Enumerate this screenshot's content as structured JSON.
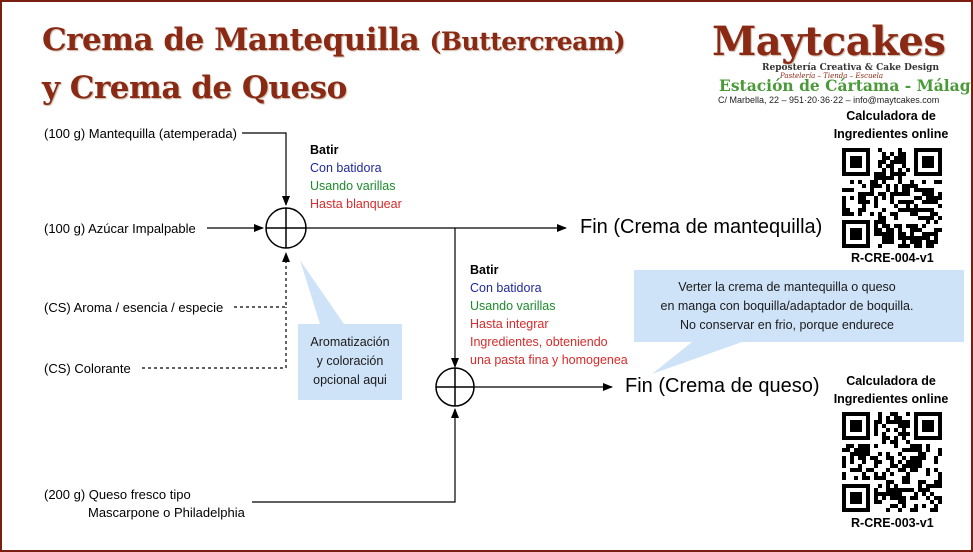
{
  "title": {
    "line1_main": "Crema de Mantequilla",
    "line1_paren": "(Buttercream)",
    "line2": "y Crema de Queso"
  },
  "brand": {
    "name": "Maytcakes",
    "tagline": "Repostería Creativa & Cake Design",
    "subtagline": "Pastelería – Tienda – Escuela",
    "station": "Estación de Cártama - Málaga",
    "address": "C/ Marbella, 22 – 951·20·36·22 – info@maytcakes.com"
  },
  "inputs": {
    "butter": "(100 g) Mantequilla (atemperada)",
    "sugar": "(100 g) Azúcar Impalpable",
    "aroma": "(CS) Aroma / esencia / especie",
    "color": "(CS) Colorante",
    "cheese_line1": "(200 g) Queso fresco tipo",
    "cheese_line2": "Mascarpone o Philadelphia"
  },
  "step1": {
    "heading": "Batir",
    "line_blue": "Con batidora",
    "line_green": "Usando varillas",
    "line_red": "Hasta blanquear"
  },
  "step2": {
    "heading": "Batir",
    "line_blue": "Con batidora",
    "line_green": "Usando varillas",
    "line_red1": "Hasta integrar",
    "line_red2": "Ingredientes, obteniendo",
    "line_red3": "una pasta fina y homogenea"
  },
  "outputs": {
    "buttercream": "Fin (Crema de mantequilla)",
    "cheese": "Fin (Crema de queso)"
  },
  "callouts": {
    "aroma_line1": "Aromatización",
    "aroma_line2": "y coloración",
    "aroma_line3": "opcional aqui",
    "bag_line1": "Verter la crema de mantequilla o queso",
    "bag_line2": "en manga con boquilla/adaptador de boquilla.",
    "bag_line3": "No conservar en frio, porque endurece"
  },
  "qr": [
    {
      "caption_line1": "Calculadora de",
      "caption_line2": "Ingredientes online",
      "code": "R-CRE-004-v1"
    },
    {
      "caption_line1": "Calculadora de",
      "caption_line2": "Ingredientes online",
      "code": "R-CRE-003-v1"
    }
  ],
  "colors": {
    "brand_red": "#8b2a14",
    "callout_fill": "#cfe3f8",
    "instruction_blue": "#1f2a9b",
    "instruction_green": "#1d8a2c",
    "instruction_red": "#d62b2b",
    "station_green": "#4a9a3a"
  }
}
